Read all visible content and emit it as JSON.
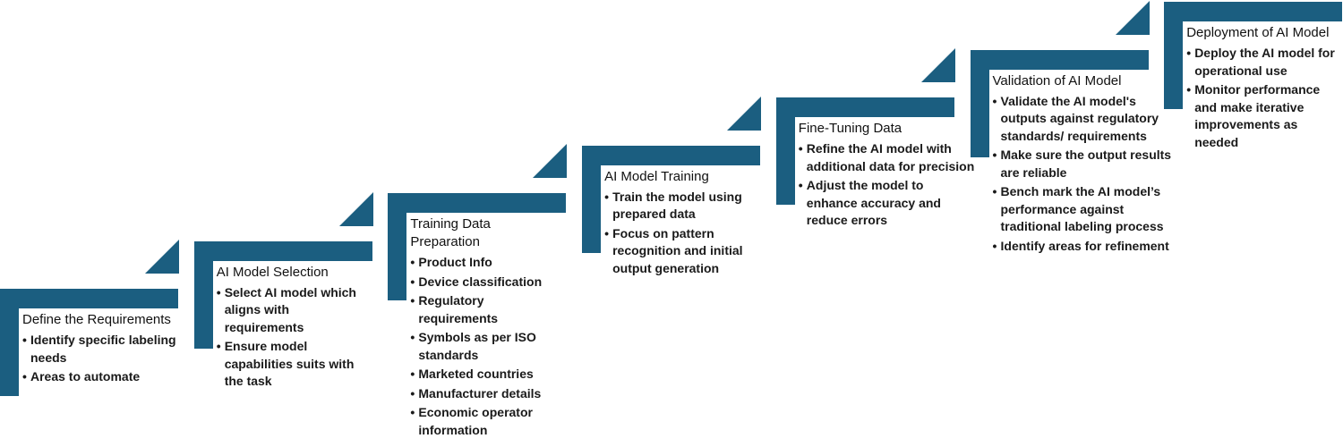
{
  "accent_color": "#1b5e80",
  "steps": [
    {
      "title": "Define the Requirements",
      "bullets": [
        "Identify specific labeling needs",
        "Areas to automate"
      ]
    },
    {
      "title": "AI Model Selection",
      "bullets": [
        "Select AI model which aligns with requirements",
        "Ensure model capabilities suits with the task"
      ]
    },
    {
      "title": "Training Data Preparation",
      "bullets": [
        "Product Info",
        "Device classification",
        "Regulatory requirements",
        "Symbols as per ISO standards",
        "Marketed countries",
        "Manufacturer details",
        "Economic operator information"
      ]
    },
    {
      "title": "AI Model Training",
      "bullets": [
        "Train the model using prepared data",
        "Focus on pattern recognition and initial output generation"
      ]
    },
    {
      "title": "Fine-Tuning Data",
      "bullets": [
        "Refine the AI model with additional data for precision",
        "Adjust the model to enhance accuracy and reduce errors"
      ]
    },
    {
      "title": "Validation of AI Model",
      "bullets": [
        "Validate the AI model's outputs against regulatory standards/ requirements",
        "Make sure the output results are reliable",
        "Bench mark the AI model’s performance against traditional labeling process",
        "Identify areas for refinement"
      ]
    },
    {
      "title": "Deployment of AI Model",
      "bullets": [
        "Deploy the AI model for operational use",
        "Monitor performance and make iterative improvements as needed"
      ]
    }
  ]
}
